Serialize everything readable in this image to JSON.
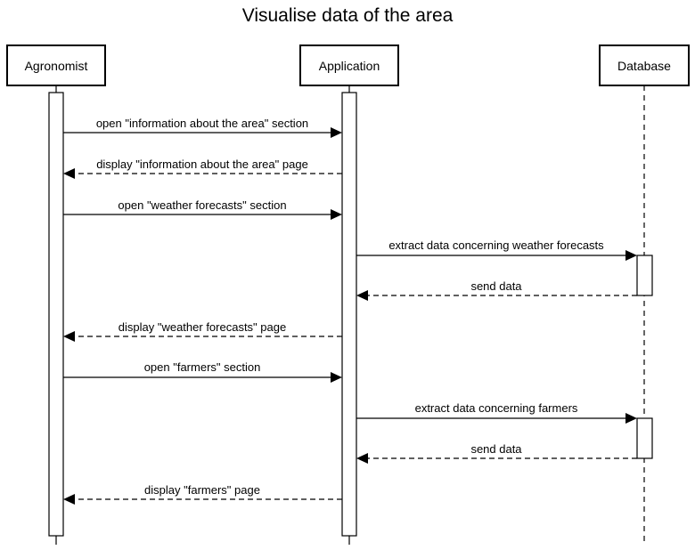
{
  "diagram": {
    "title": "Visualise data of the area",
    "participants": [
      {
        "id": "agronomist",
        "label": "Agronomist"
      },
      {
        "id": "application",
        "label": "Application"
      },
      {
        "id": "database",
        "label": "Database"
      }
    ],
    "messages": [
      {
        "from": "agronomist",
        "to": "application",
        "label": "open \"information about the area\" section",
        "style": "solid"
      },
      {
        "from": "application",
        "to": "agronomist",
        "label": "display \"information about the area\" page",
        "style": "dashed"
      },
      {
        "from": "agronomist",
        "to": "application",
        "label": "open \"weather forecasts\" section",
        "style": "solid"
      },
      {
        "from": "application",
        "to": "database",
        "label": "extract data concerning weather forecasts",
        "style": "solid"
      },
      {
        "from": "database",
        "to": "application",
        "label": "send data",
        "style": "dashed"
      },
      {
        "from": "application",
        "to": "agronomist",
        "label": "display \"weather forecasts\" page",
        "style": "dashed"
      },
      {
        "from": "agronomist",
        "to": "application",
        "label": "open \"farmers\" section",
        "style": "solid"
      },
      {
        "from": "application",
        "to": "database",
        "label": "extract data concerning farmers",
        "style": "solid"
      },
      {
        "from": "database",
        "to": "application",
        "label": "send data",
        "style": "dashed"
      },
      {
        "from": "application",
        "to": "agronomist",
        "label": "display \"farmers\" page",
        "style": "dashed"
      }
    ]
  }
}
